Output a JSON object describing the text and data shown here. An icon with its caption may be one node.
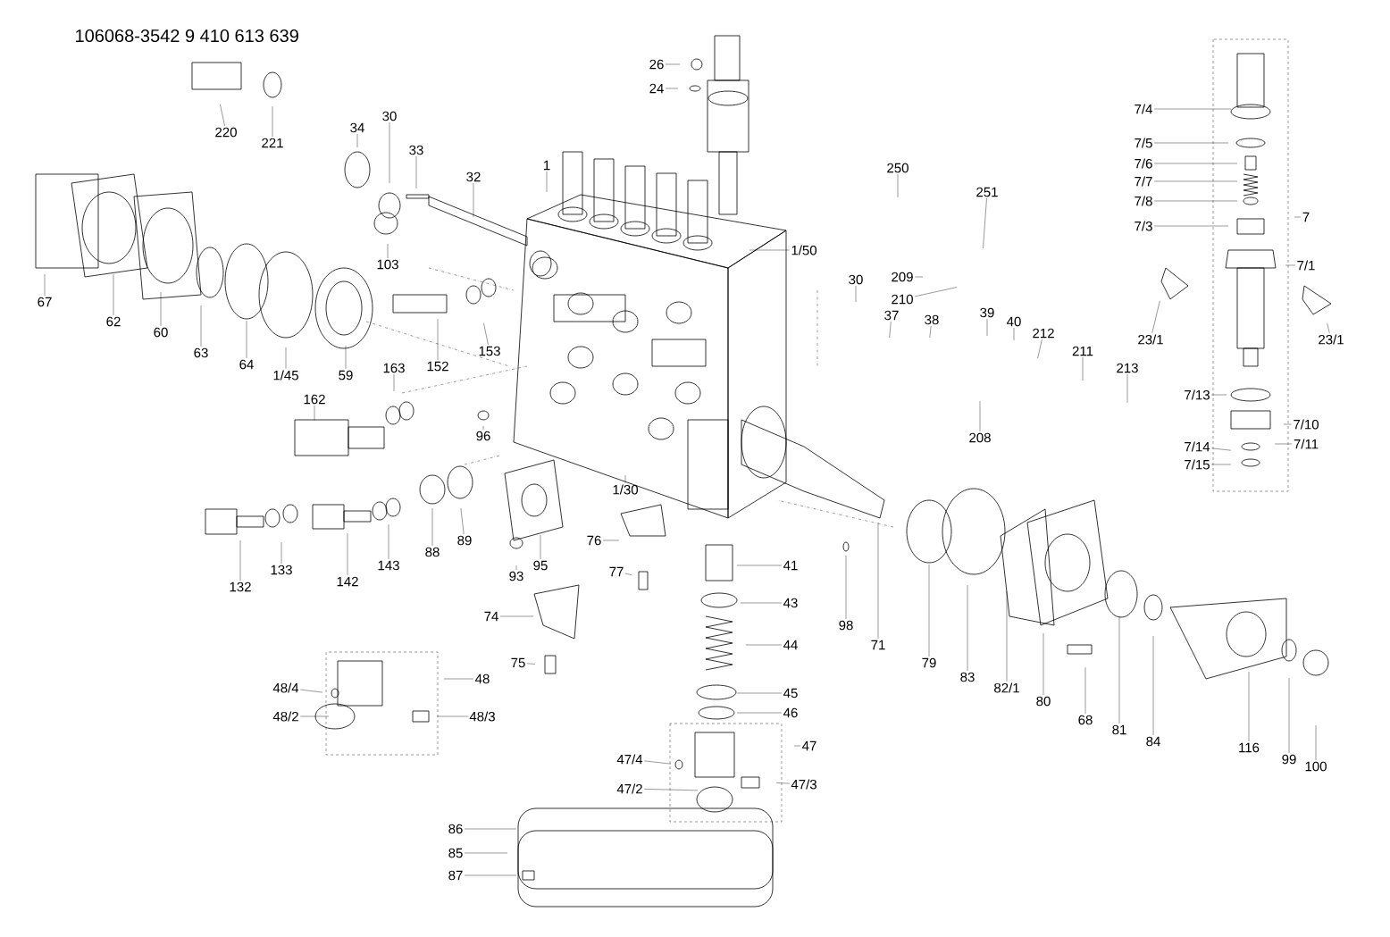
{
  "diagram": {
    "title": "106068-3542   9 410 613 639",
    "nodes": [
      {
        "text": [
          "26"
        ]
      },
      {
        "text": [
          "24"
        ]
      },
      {
        "text": [
          "220"
        ]
      },
      {
        "text": [
          "221"
        ]
      },
      {
        "text": [
          "34"
        ]
      },
      {
        "text": [
          "30"
        ]
      },
      {
        "text": [
          "33"
        ]
      },
      {
        "text": [
          "32"
        ]
      },
      {
        "text": [
          "1"
        ]
      },
      {
        "text": [
          "250"
        ]
      },
      {
        "text": [
          "251"
        ]
      },
      {
        "text": [
          "1/50"
        ]
      },
      {
        "text": [
          "209"
        ]
      },
      {
        "text": [
          "210"
        ]
      },
      {
        "text": [
          "30"
        ]
      },
      {
        "text": [
          "37"
        ]
      },
      {
        "text": [
          "38"
        ]
      },
      {
        "text": [
          "39"
        ]
      },
      {
        "text": [
          "40"
        ]
      },
      {
        "text": [
          "212"
        ]
      },
      {
        "text": [
          "211"
        ]
      },
      {
        "text": [
          "213"
        ]
      },
      {
        "text": [
          "208"
        ]
      },
      {
        "text": [
          "67"
        ]
      },
      {
        "text": [
          "62"
        ]
      },
      {
        "text": [
          "60"
        ]
      },
      {
        "text": [
          "63"
        ]
      },
      {
        "text": [
          "64"
        ]
      },
      {
        "text": [
          "1/45"
        ]
      },
      {
        "text": [
          "59"
        ]
      },
      {
        "text": [
          "103"
        ]
      },
      {
        "text": [
          "152"
        ]
      },
      {
        "text": [
          "153"
        ]
      },
      {
        "text": [
          "163"
        ]
      },
      {
        "text": [
          "162"
        ]
      },
      {
        "text": [
          "96"
        ]
      },
      {
        "text": [
          "132"
        ]
      },
      {
        "text": [
          "133"
        ]
      },
      {
        "text": [
          "142"
        ]
      },
      {
        "text": [
          "143"
        ]
      },
      {
        "text": [
          "88"
        ]
      },
      {
        "text": [
          "89"
        ]
      },
      {
        "text": [
          "93"
        ]
      },
      {
        "text": [
          "95"
        ]
      },
      {
        "text": [
          "1/30"
        ]
      },
      {
        "text": [
          "76"
        ]
      },
      {
        "text": [
          "77"
        ]
      },
      {
        "text": [
          "74"
        ]
      },
      {
        "text": [
          "75"
        ]
      },
      {
        "text": [
          "41"
        ]
      },
      {
        "text": [
          "43"
        ]
      },
      {
        "text": [
          "44"
        ]
      },
      {
        "text": [
          "45"
        ]
      },
      {
        "text": [
          "46"
        ]
      },
      {
        "text": [
          "47"
        ]
      },
      {
        "text": [
          "47/4"
        ]
      },
      {
        "text": [
          "47/2"
        ]
      },
      {
        "text": [
          "47/3"
        ]
      },
      {
        "text": [
          "48"
        ]
      },
      {
        "text": [
          "48/4"
        ]
      },
      {
        "text": [
          "48/2"
        ]
      },
      {
        "text": [
          "48/3"
        ]
      },
      {
        "text": [
          "86"
        ]
      },
      {
        "text": [
          "85"
        ]
      },
      {
        "text": [
          "87"
        ]
      },
      {
        "text": [
          "98"
        ]
      },
      {
        "text": [
          "71"
        ]
      },
      {
        "text": [
          "79"
        ]
      },
      {
        "text": [
          "83"
        ]
      },
      {
        "text": [
          "82/1"
        ]
      },
      {
        "text": [
          "80"
        ]
      },
      {
        "text": [
          "68"
        ]
      },
      {
        "text": [
          "81"
        ]
      },
      {
        "text": [
          "84"
        ]
      },
      {
        "text": [
          "116"
        ]
      },
      {
        "text": [
          "99"
        ]
      },
      {
        "text": [
          "100"
        ]
      },
      {
        "text": [
          "7/4"
        ]
      },
      {
        "text": [
          "7/5"
        ]
      },
      {
        "text": [
          "7/6"
        ]
      },
      {
        "text": [
          "7/7"
        ]
      },
      {
        "text": [
          "7/8"
        ]
      },
      {
        "text": [
          "7/3"
        ]
      },
      {
        "text": [
          "7"
        ]
      },
      {
        "text": [
          "7/1"
        ]
      },
      {
        "text": [
          "23/1"
        ]
      },
      {
        "text": [
          "23/1"
        ]
      },
      {
        "text": [
          "7/13"
        ]
      },
      {
        "text": [
          "7/10"
        ]
      },
      {
        "text": [
          "7/11"
        ]
      },
      {
        "text": [
          "7/14"
        ]
      },
      {
        "text": [
          "7/15"
        ]
      }
    ],
    "edges": [
      {
        "from": 0,
        "to": null,
        "arrow": "none"
      },
      {
        "from": 1,
        "to": null,
        "arrow": "none"
      },
      {
        "from": 2,
        "to": null,
        "arrow": "none"
      },
      {
        "from": 3,
        "to": null,
        "arrow": "none"
      },
      {
        "from": 4,
        "to": null,
        "arrow": "none"
      },
      {
        "from": 5,
        "to": null,
        "arrow": "none"
      },
      {
        "from": 6,
        "to": null,
        "arrow": "none"
      },
      {
        "from": 7,
        "to": null,
        "arrow": "none"
      },
      {
        "from": 8,
        "to": null,
        "arrow": "none"
      },
      {
        "from": 9,
        "to": null,
        "arrow": "none"
      },
      {
        "from": 10,
        "to": null,
        "arrow": "none"
      },
      {
        "from": 11,
        "to": null,
        "arrow": "none"
      },
      {
        "from": 12,
        "to": null,
        "arrow": "none"
      },
      {
        "from": 13,
        "to": null,
        "arrow": "none"
      },
      {
        "from": 14,
        "to": null,
        "arrow": "none"
      },
      {
        "from": 15,
        "to": null,
        "arrow": "none"
      },
      {
        "from": 16,
        "to": null,
        "arrow": "none"
      },
      {
        "from": 17,
        "to": null,
        "arrow": "none"
      },
      {
        "from": 18,
        "to": null,
        "arrow": "none"
      },
      {
        "from": 19,
        "to": null,
        "arrow": "none"
      },
      {
        "from": 20,
        "to": null,
        "arrow": "none"
      },
      {
        "from": 21,
        "to": null,
        "arrow": "none"
      },
      {
        "from": 22,
        "to": null,
        "arrow": "none"
      },
      {
        "from": 23,
        "to": null,
        "arrow": "none"
      },
      {
        "from": 24,
        "to": null,
        "arrow": "none"
      },
      {
        "from": 25,
        "to": null,
        "arrow": "none"
      },
      {
        "from": 26,
        "to": null,
        "arrow": "none"
      },
      {
        "from": 27,
        "to": null,
        "arrow": "none"
      },
      {
        "from": 28,
        "to": null,
        "arrow": "none"
      },
      {
        "from": 29,
        "to": null,
        "arrow": "none"
      },
      {
        "from": 30,
        "to": null,
        "arrow": "none"
      },
      {
        "from": 31,
        "to": null,
        "arrow": "none"
      },
      {
        "from": 32,
        "to": null,
        "arrow": "none"
      },
      {
        "from": 33,
        "to": null,
        "arrow": "none"
      },
      {
        "from": 34,
        "to": null,
        "arrow": "none"
      },
      {
        "from": 35,
        "to": null,
        "arrow": "none"
      },
      {
        "from": 36,
        "to": null,
        "arrow": "none"
      },
      {
        "from": 37,
        "to": null,
        "arrow": "none"
      },
      {
        "from": 38,
        "to": null,
        "arrow": "none"
      },
      {
        "from": 39,
        "to": null,
        "arrow": "none"
      },
      {
        "from": 40,
        "to": null,
        "arrow": "none"
      },
      {
        "from": 41,
        "to": null,
        "arrow": "none"
      },
      {
        "from": 42,
        "to": null,
        "arrow": "none"
      },
      {
        "from": 43,
        "to": null,
        "arrow": "none"
      },
      {
        "from": 44,
        "to": null,
        "arrow": "none"
      },
      {
        "from": 45,
        "to": null,
        "arrow": "none"
      },
      {
        "from": 46,
        "to": null,
        "arrow": "none"
      },
      {
        "from": 47,
        "to": null,
        "arrow": "none"
      },
      {
        "from": 48,
        "to": null,
        "arrow": "none"
      },
      {
        "from": 49,
        "to": null,
        "arrow": "none"
      },
      {
        "from": 50,
        "to": null,
        "arrow": "none"
      },
      {
        "from": 51,
        "to": null,
        "arrow": "none"
      },
      {
        "from": 52,
        "to": null,
        "arrow": "none"
      },
      {
        "from": 53,
        "to": null,
        "arrow": "none"
      },
      {
        "from": 54,
        "to": null,
        "arrow": "none"
      },
      {
        "from": 55,
        "to": null,
        "arrow": "none"
      },
      {
        "from": 56,
        "to": null,
        "arrow": "none"
      },
      {
        "from": 57,
        "to": null,
        "arrow": "none"
      },
      {
        "from": 58,
        "to": null,
        "arrow": "none"
      },
      {
        "from": 59,
        "to": null,
        "arrow": "none"
      },
      {
        "from": 60,
        "to": null,
        "arrow": "none"
      },
      {
        "from": 61,
        "to": null,
        "arrow": "none"
      },
      {
        "from": 62,
        "to": null,
        "arrow": "none"
      },
      {
        "from": 63,
        "to": null,
        "arrow": "none"
      },
      {
        "from": 64,
        "to": null,
        "arrow": "none"
      },
      {
        "from": 65,
        "to": null,
        "arrow": "none"
      },
      {
        "from": 66,
        "to": null,
        "arrow": "none"
      },
      {
        "from": 67,
        "to": null,
        "arrow": "none"
      },
      {
        "from": 68,
        "to": null,
        "arrow": "none"
      },
      {
        "from": 69,
        "to": null,
        "arrow": "none"
      },
      {
        "from": 70,
        "to": null,
        "arrow": "none"
      },
      {
        "from": 71,
        "to": null,
        "arrow": "none"
      },
      {
        "from": 72,
        "to": null,
        "arrow": "none"
      },
      {
        "from": 73,
        "to": null,
        "arrow": "none"
      },
      {
        "from": 74,
        "to": null,
        "arrow": "none"
      },
      {
        "from": 75,
        "to": null,
        "arrow": "none"
      },
      {
        "from": 76,
        "to": null,
        "arrow": "none"
      },
      {
        "from": 77,
        "to": null,
        "arrow": "none"
      },
      {
        "from": 78,
        "to": null,
        "arrow": "none"
      },
      {
        "from": 79,
        "to": null,
        "arrow": "none"
      },
      {
        "from": 80,
        "to": null,
        "arrow": "none"
      },
      {
        "from": 81,
        "to": null,
        "arrow": "none"
      },
      {
        "from": 82,
        "to": null,
        "arrow": "none"
      },
      {
        "from": 83,
        "to": null,
        "arrow": "none"
      },
      {
        "from": 84,
        "to": null,
        "arrow": "none"
      },
      {
        "from": 85,
        "to": null,
        "arrow": "none"
      },
      {
        "from": 86,
        "to": null,
        "arrow": "none"
      },
      {
        "from": 87,
        "to": null,
        "arrow": "none"
      },
      {
        "from": 88,
        "to": null,
        "arrow": "none"
      },
      {
        "from": 89,
        "to": null,
        "arrow": "none"
      },
      {
        "from": 90,
        "to": null,
        "arrow": "none"
      },
      {
        "from": 91,
        "to": null,
        "arrow": "none"
      }
    ]
  }
}
